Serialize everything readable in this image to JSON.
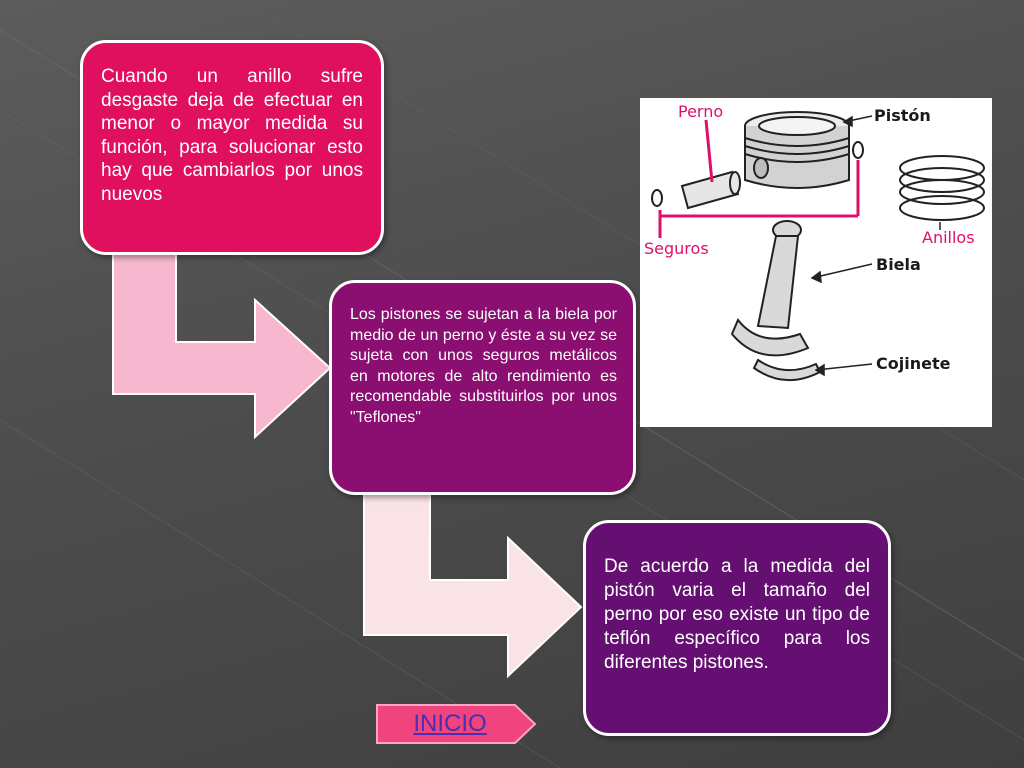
{
  "slide": {
    "box1_text": "Cuando un anillo sufre desgaste deja de efectuar en menor o mayor medida su función, para solucionar esto hay que cambiarlos por unos nuevos",
    "box2_text": "Los pistones se sujetan a la biela por medio de un perno y éste a su vez se sujeta con unos seguros metálicos en motores de alto rendimiento es recomendable substituirlos por unos \"Teflones\"",
    "box3_text": "De acuerdo a la medida del pistón varia el tamaño del perno por eso existe un tipo de teflón específico para los diferentes pistones."
  },
  "figure": {
    "labels": {
      "perno": "Perno",
      "piston": "Pistón",
      "seguros": "Seguros",
      "anillos": "Anillos",
      "biela": "Biela",
      "cojinete": "Cojinete"
    }
  },
  "nav": {
    "inicio_label": "INICIO"
  },
  "colors": {
    "box1": "#e0105e",
    "box2": "#8a0f70",
    "box3": "#660f73",
    "arrow1": "#f7b8cf",
    "arrow2": "#f9e3e6",
    "button": "#f0447f"
  }
}
